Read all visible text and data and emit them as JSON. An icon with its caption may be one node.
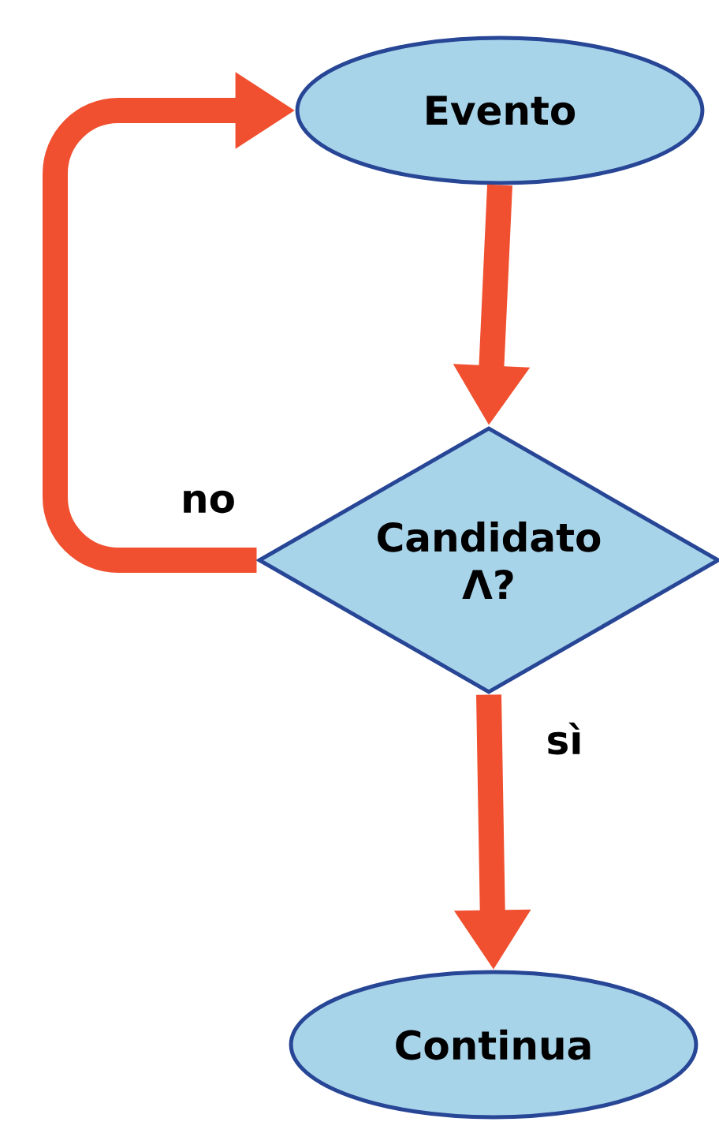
{
  "diagram": {
    "nodes": [
      {
        "text": [
          "Evento"
        ]
      },
      {
        "text": [
          "Candidato Λ?"
        ]
      },
      {
        "text": [
          "Continua"
        ]
      }
    ],
    "edges": [
      {
        "from": 0,
        "to": 1,
        "arrow": "to"
      },
      {
        "from": 1,
        "to": 2,
        "arrow": "to",
        "label": "sì"
      },
      {
        "from": 1,
        "to": 0,
        "arrow": "to",
        "label": "no"
      }
    ]
  }
}
